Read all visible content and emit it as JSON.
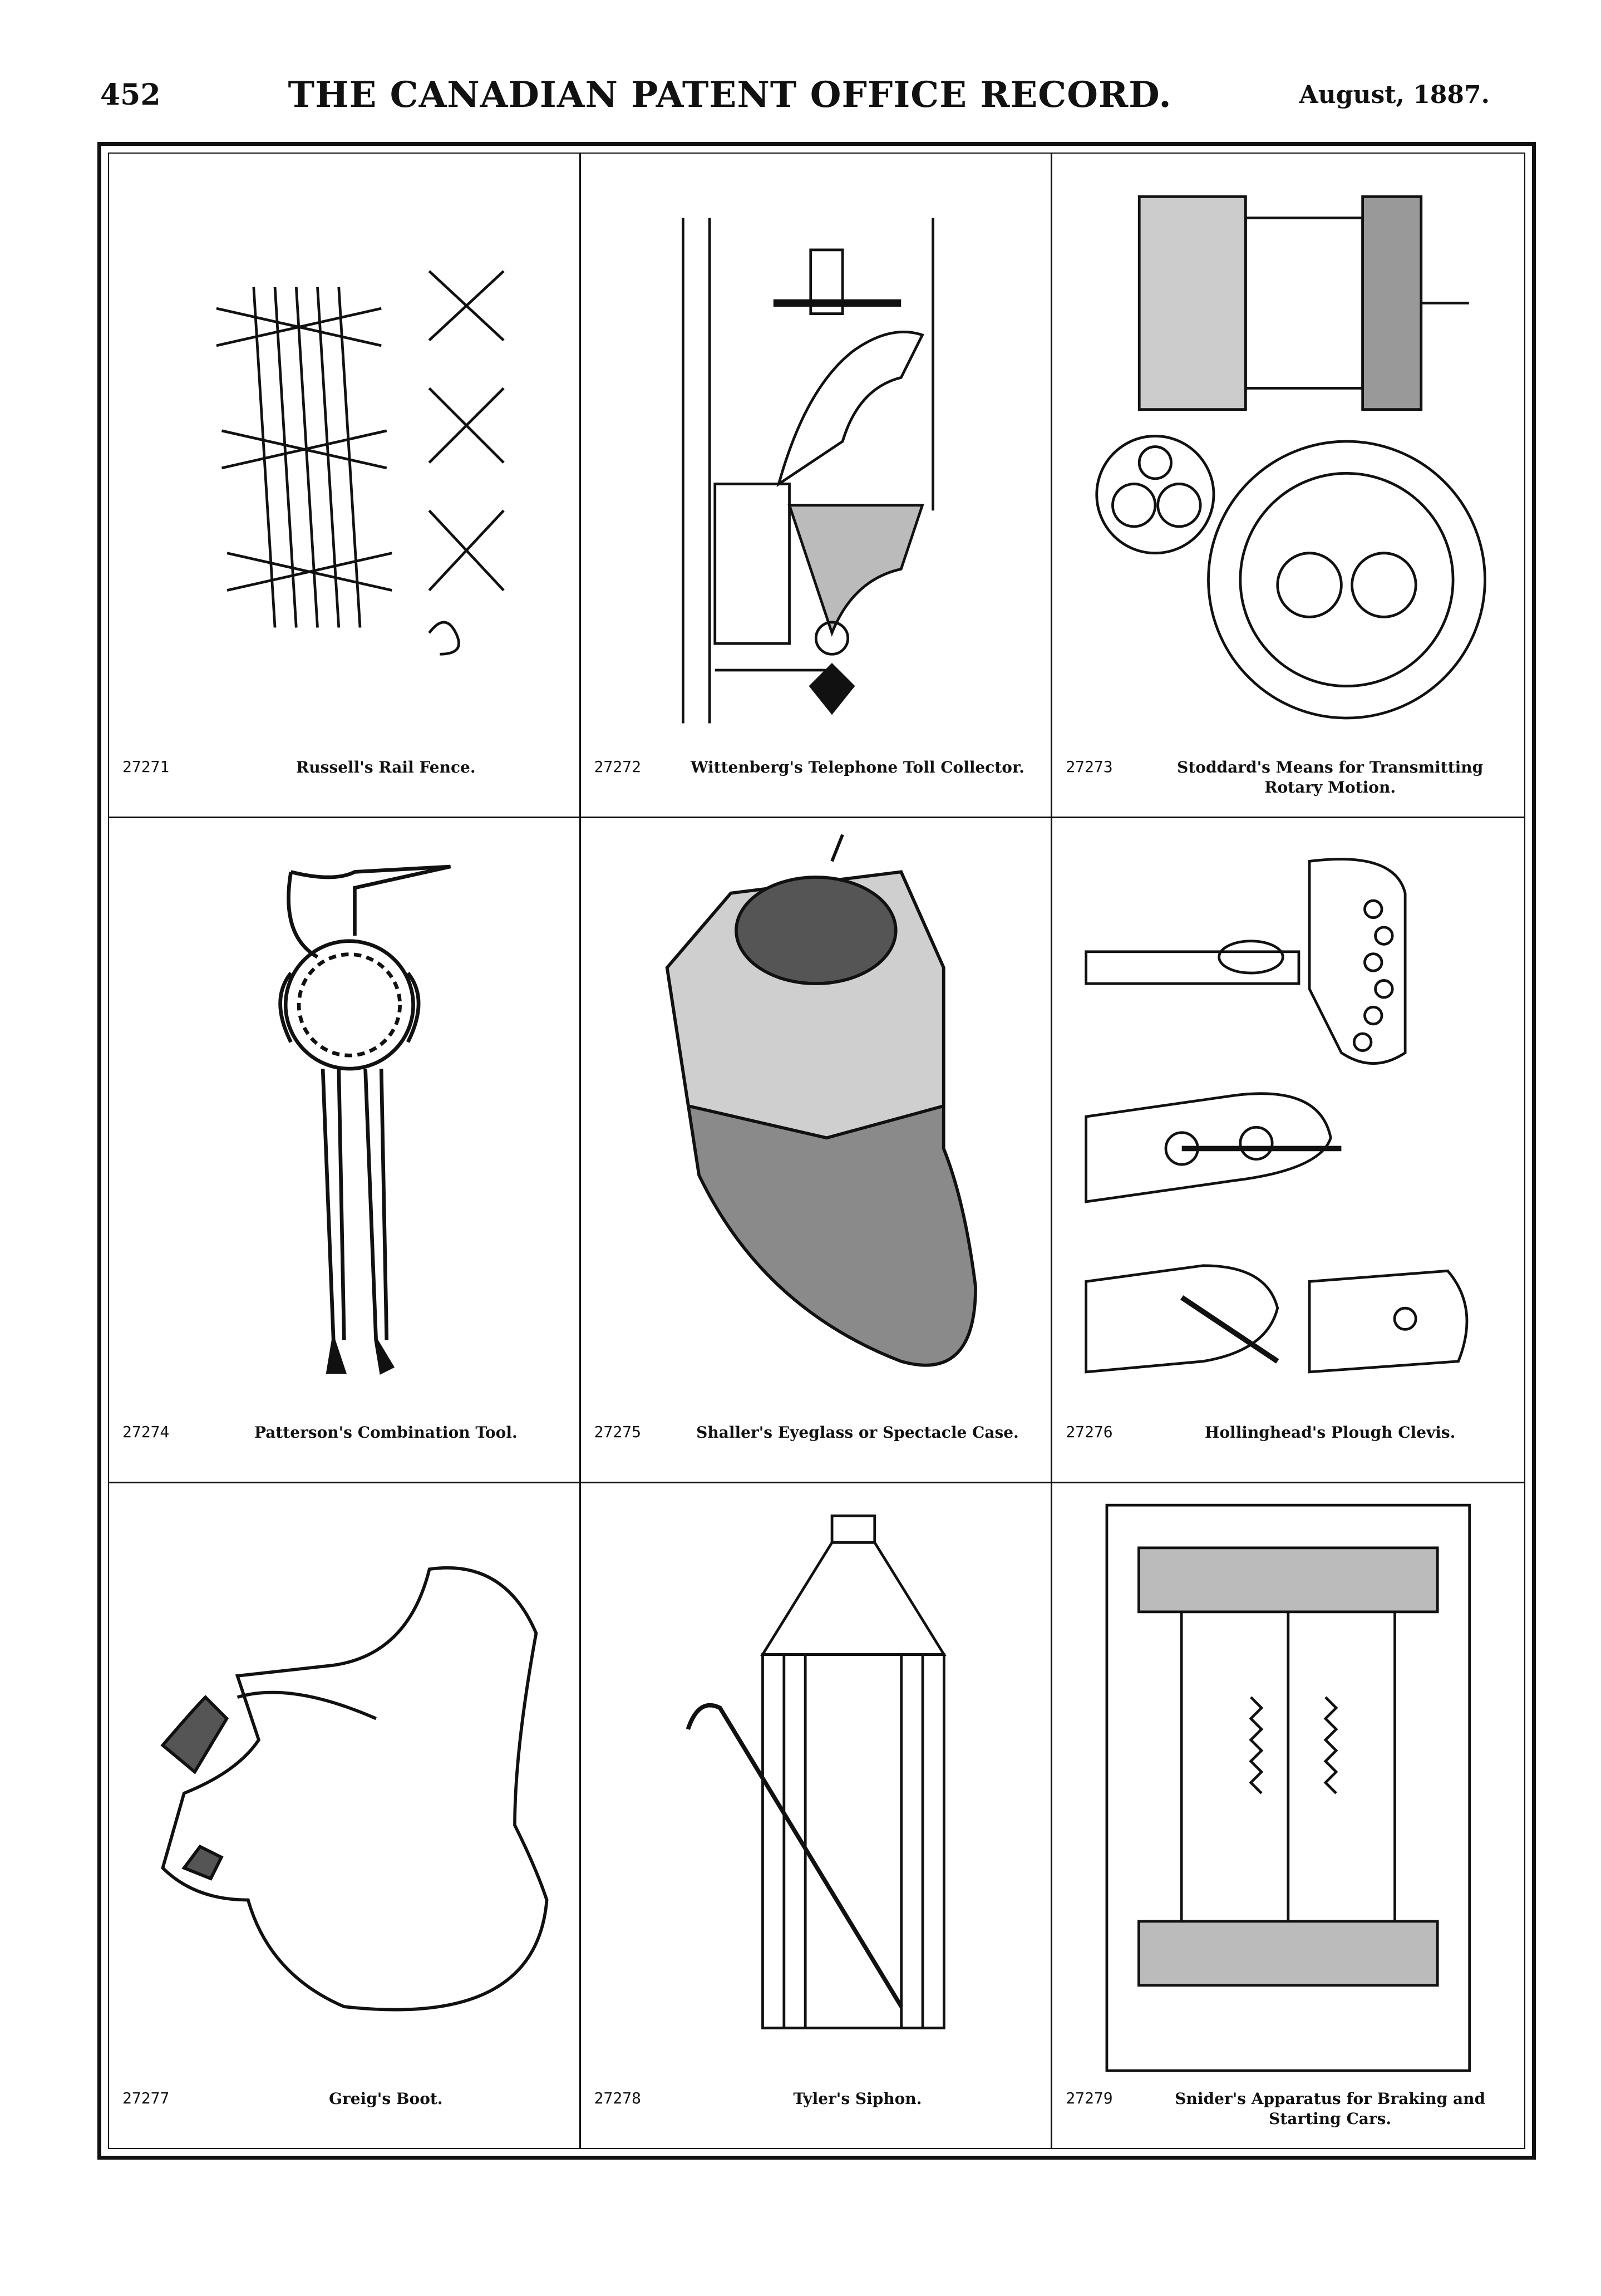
{
  "header": {
    "page_number": "452",
    "journal_title": "THE CANADIAN PATENT OFFICE RECORD.",
    "date": "August, 1887."
  },
  "patents": [
    {
      "number": "27271",
      "title": "Russell's Rail Fence."
    },
    {
      "number": "27272",
      "title": "Wittenberg's Telephone Toll Collector."
    },
    {
      "number": "27273",
      "title": "Stoddard's Means for Transmitting Rotary Motion."
    },
    {
      "number": "27274",
      "title": "Patterson's Combination Tool."
    },
    {
      "number": "27275",
      "title": "Shaller's Eyeglass or Spectacle Case."
    },
    {
      "number": "27276",
      "title": "Hollinghead's Plough Clevis."
    },
    {
      "number": "27277",
      "title": "Greig's Boot."
    },
    {
      "number": "27278",
      "title": "Tyler's Siphon."
    },
    {
      "number": "27279",
      "title": "Snider's Apparatus for Braking and Starting Cars."
    }
  ]
}
